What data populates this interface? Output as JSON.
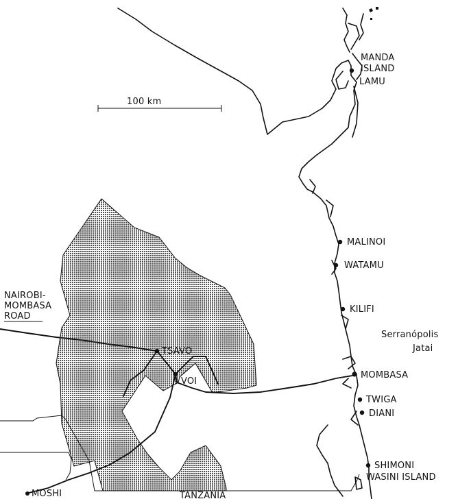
{
  "scale_bar": {
    "label": "100 km"
  },
  "places": {
    "manda_island": [
      "MANDA",
      "ISLAND"
    ],
    "lamu": "LAMU",
    "malindi": "MALINOI",
    "watamu": "WATAMU",
    "kilifi": "KILIFI",
    "mombasa": "MOMBASA",
    "twiga": "TWIGA",
    "diani": "DIANI",
    "shimoni": "SHIMONI",
    "wasini_island": "WASINI ISLAND",
    "tsavo": "TSAVO",
    "voi": "VOI",
    "moshi": "MOSHI"
  },
  "road_label": [
    "NAIROBI-",
    "MOMBASA",
    "ROAD"
  ],
  "country_label": "TANZANIA",
  "annotation": [
    "Serranópolis",
    "Jatai"
  ],
  "colors": {
    "ink": "#111111",
    "park_fill": "#9a9a9a",
    "background": "#ffffff"
  }
}
